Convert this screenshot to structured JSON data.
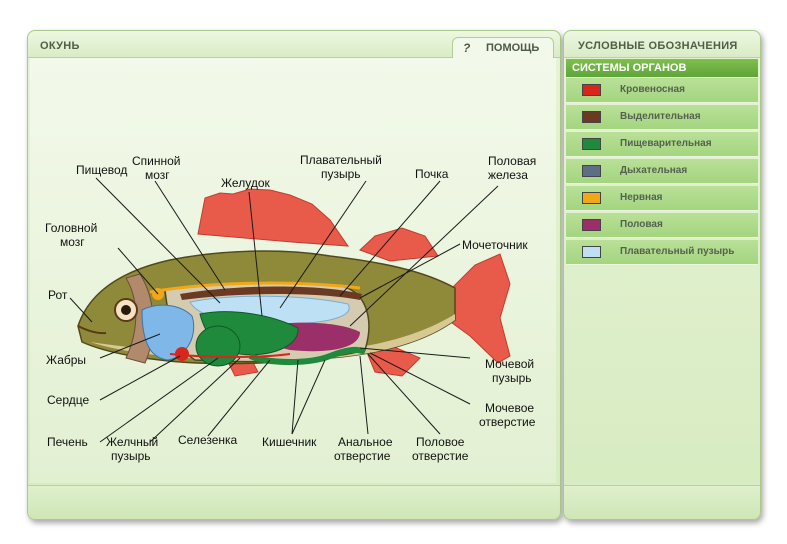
{
  "main": {
    "title": "ОКУНЬ",
    "help_label": "ПОМОЩЬ",
    "help_glyph": "?"
  },
  "diagram": {
    "labels": {
      "esophagus": "Пищевод",
      "spinal_cord": [
        "Спинной",
        "мозг"
      ],
      "stomach": "Желудок",
      "swim_bladder": [
        "Плавательный",
        "пузырь"
      ],
      "kidney": "Почка",
      "gonad": [
        "Половая",
        "железа"
      ],
      "brain": [
        "Головной",
        "мозг"
      ],
      "ureter": "Мочеточник",
      "mouth": "Рот",
      "gills": "Жабры",
      "urinary_bladder": [
        "Мочевой",
        "пузырь"
      ],
      "heart": "Сердце",
      "urinary_opening": [
        "Мочевое",
        "отверстие"
      ],
      "liver": "Печень",
      "gall_bladder": [
        "Желчный",
        "пузырь"
      ],
      "spleen": "Селезенка",
      "intestine": "Кишечник",
      "anus": [
        "Анальное",
        "отверстие"
      ],
      "genital_opening": [
        "Половое",
        "отверстие"
      ]
    }
  },
  "legend": {
    "title": "УСЛОВНЫЕ ОБОЗНАЧЕНИЯ",
    "systems_label": "СИСТЕМЫ ОРГАНОВ",
    "items": [
      {
        "label": "Кровеносная",
        "color": "#d7261e"
      },
      {
        "label": "Выделительная",
        "color": "#6b3a22"
      },
      {
        "label": "Пищеварительная",
        "color": "#1f8a3c"
      },
      {
        "label": "Дыхательная",
        "color": "#5d6f86"
      },
      {
        "label": "Нервная",
        "color": "#f0a818"
      },
      {
        "label": "Половая",
        "color": "#9b2f6a"
      },
      {
        "label": "Плавательный пузырь",
        "color": "#bde0f5"
      }
    ]
  },
  "colors": {
    "panel_green": "#d6ebc0",
    "header_green": "#6db343",
    "fish_body": "#8f8a3a",
    "fin_red": "#e85a4a"
  }
}
